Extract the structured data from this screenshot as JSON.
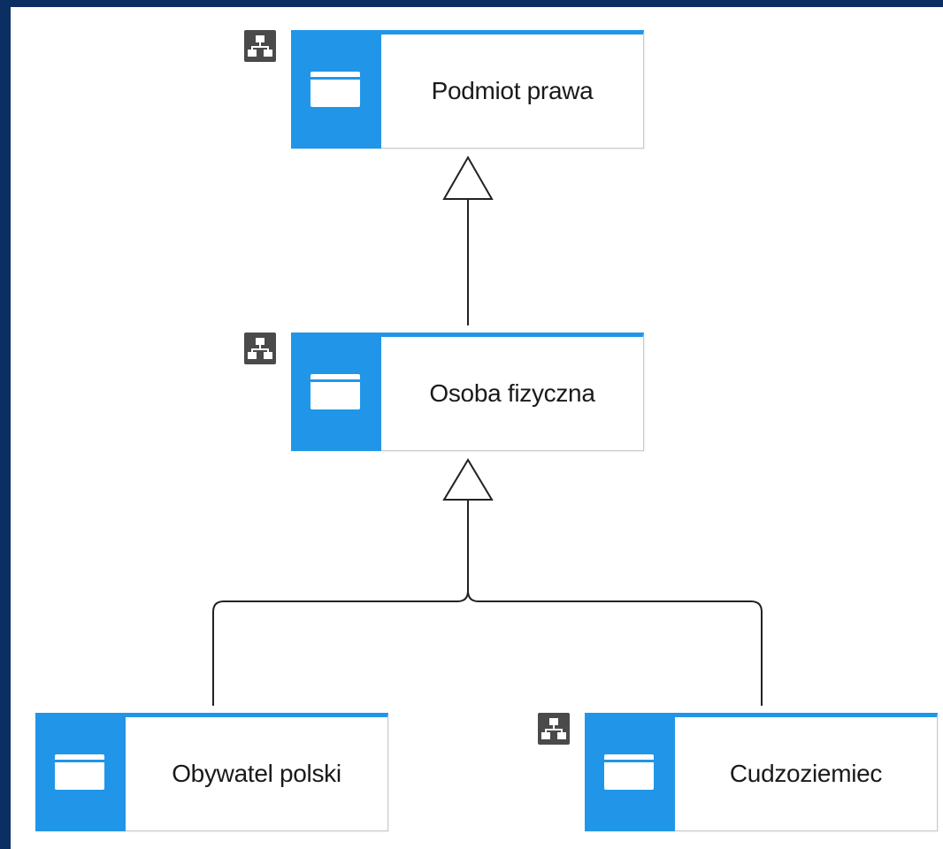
{
  "nodes": {
    "podmiot": {
      "label": "Podmiot prawa"
    },
    "osoba": {
      "label": "Osoba fizyczna"
    },
    "obywatel": {
      "label": "Obywatel polski"
    },
    "cudzoziemiec": {
      "label": "Cudzoziemiec"
    }
  },
  "icons": {
    "node_icon": "window-icon",
    "hierarchy_icon": "hierarchy-icon"
  },
  "colors": {
    "accent": "#2196e8",
    "frame": "#0b2e63",
    "hierarchy_badge": "#4a4a4a"
  }
}
